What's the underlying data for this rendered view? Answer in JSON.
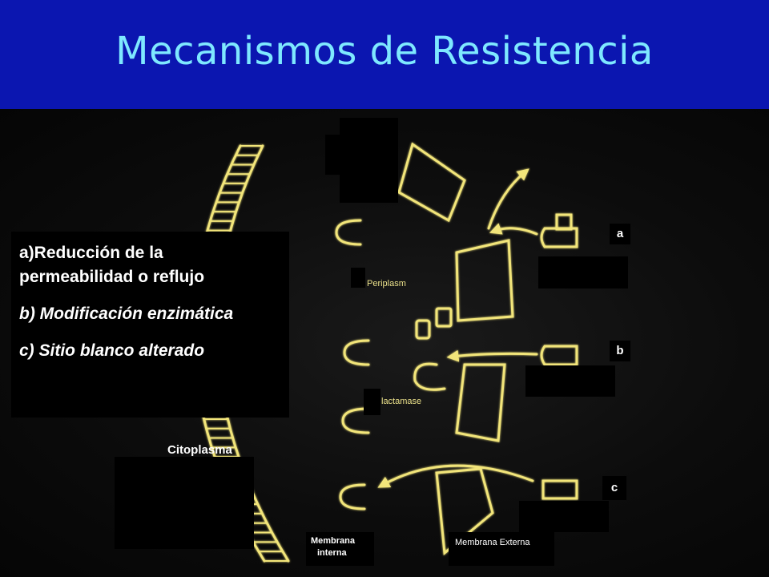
{
  "header": {
    "title": "Mecanismos de Resistencia"
  },
  "legend": {
    "item_a": "a)Reducción  de la permeabilidad o reflujo",
    "item_b": "b) Modificación enzimática",
    "item_c": "c) Sitio blanco alterado"
  },
  "labels": {
    "a": "a",
    "b": "b",
    "c": "c",
    "citoplasma": "Citoplasma",
    "membrana_interna_1": "Membrana",
    "membrana_interna_2": "interna",
    "membrana_externa": "Membrana Externa",
    "periplasm": "Periplasm",
    "lactamase": "lactamase"
  },
  "colors": {
    "header_bg": "#0b16b0",
    "title": "#7ee8ff",
    "diagram_line": "#f2e57a"
  }
}
